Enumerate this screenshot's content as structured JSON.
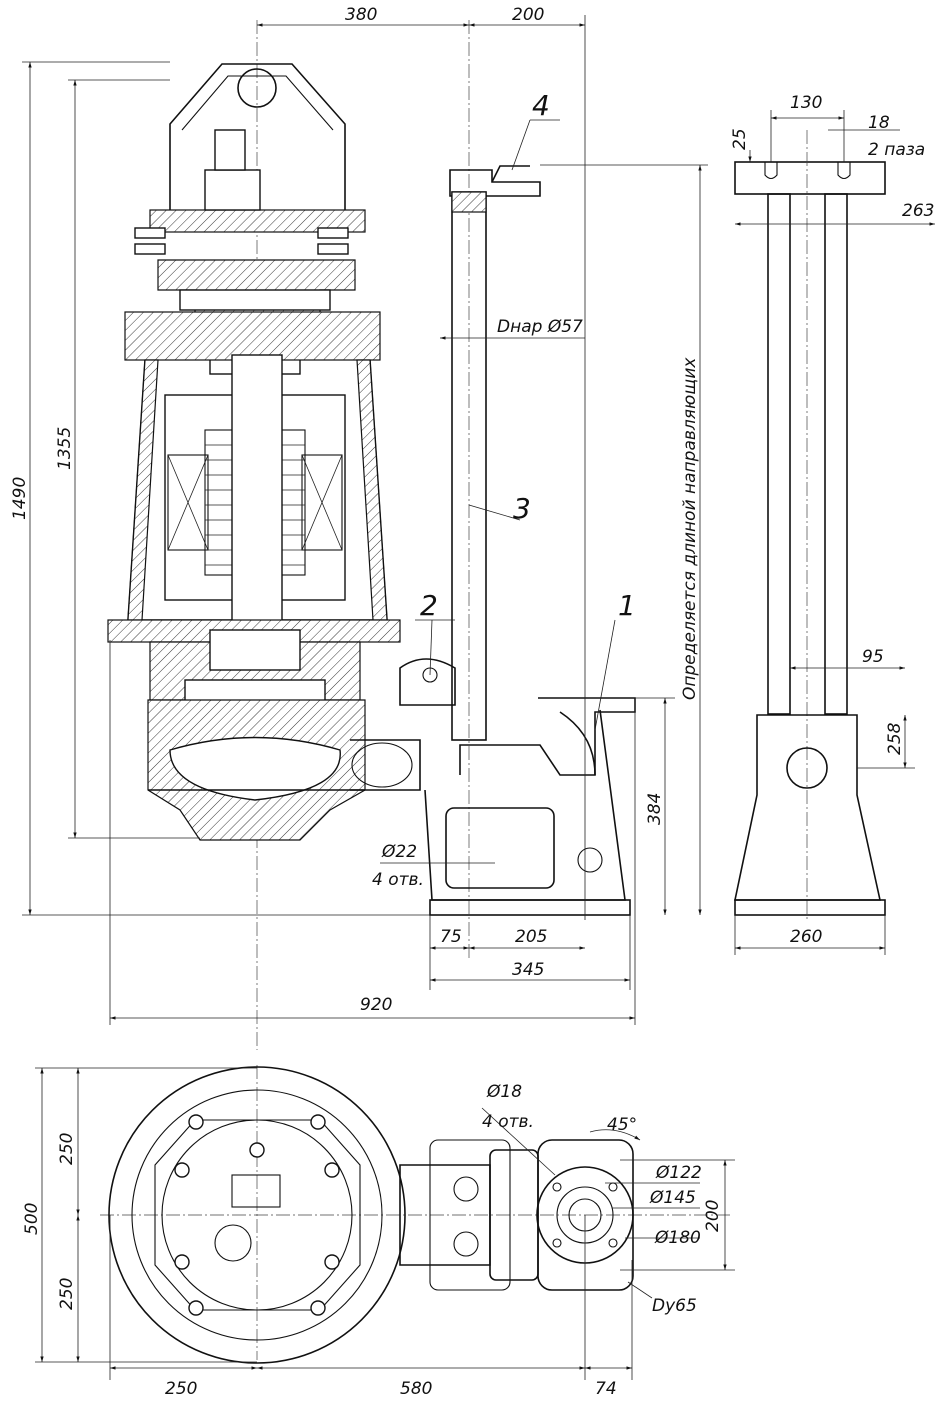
{
  "front_view": {
    "dims": {
      "d380": "380",
      "d200": "200",
      "d1490": "1490",
      "d1355": "1355",
      "d384": "384",
      "d75": "75",
      "d205": "205",
      "d345": "345",
      "d920": "920",
      "pipe_od": "Dнар Ø57",
      "hole_dia": "Ø22",
      "hole_count": "4 отв.",
      "guide_note": "Определяется длиной направляющих"
    },
    "callouts": [
      "1",
      "2",
      "3",
      "4"
    ]
  },
  "side_view": {
    "dims": {
      "d130": "130",
      "d18": "18",
      "slots": "2 паза",
      "d25": "25",
      "d263": "263",
      "d95": "95",
      "d258": "258",
      "d260": "260"
    }
  },
  "plan_view": {
    "dims": {
      "d250_top": "250",
      "d250_bottom": "250",
      "d500": "500",
      "d18": "Ø18",
      "hole_count": "4 отв.",
      "angle": "45°",
      "d122": "Ø122",
      "d145": "Ø145",
      "d180": "Ø180",
      "d200": "200",
      "dn": "Dу65",
      "d250_base": "250",
      "d580": "580",
      "d74": "74"
    }
  }
}
